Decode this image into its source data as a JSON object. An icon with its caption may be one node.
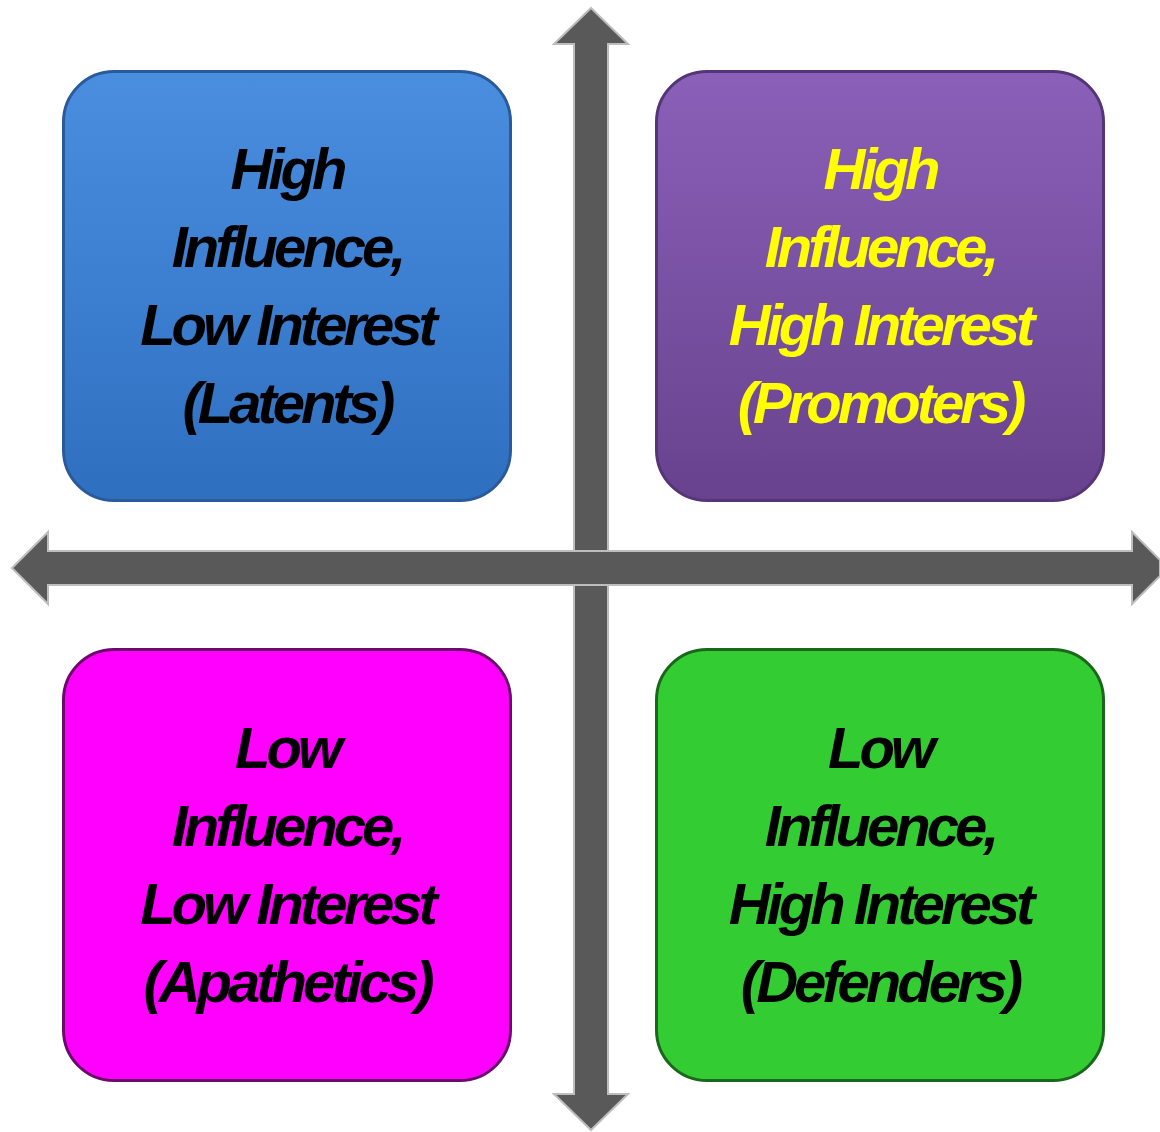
{
  "diagram": {
    "nodes": [
      {
        "text": [
          "High Influence, Low Interest (Latents)"
        ]
      },
      {
        "text": [
          "High Influence, High Interest (Promoters)"
        ]
      },
      {
        "text": [
          "Low Influence, Low Interest (Apathetics)"
        ]
      },
      {
        "text": [
          "Low Influence, High Interest (Defenders)"
        ]
      }
    ]
  }
}
